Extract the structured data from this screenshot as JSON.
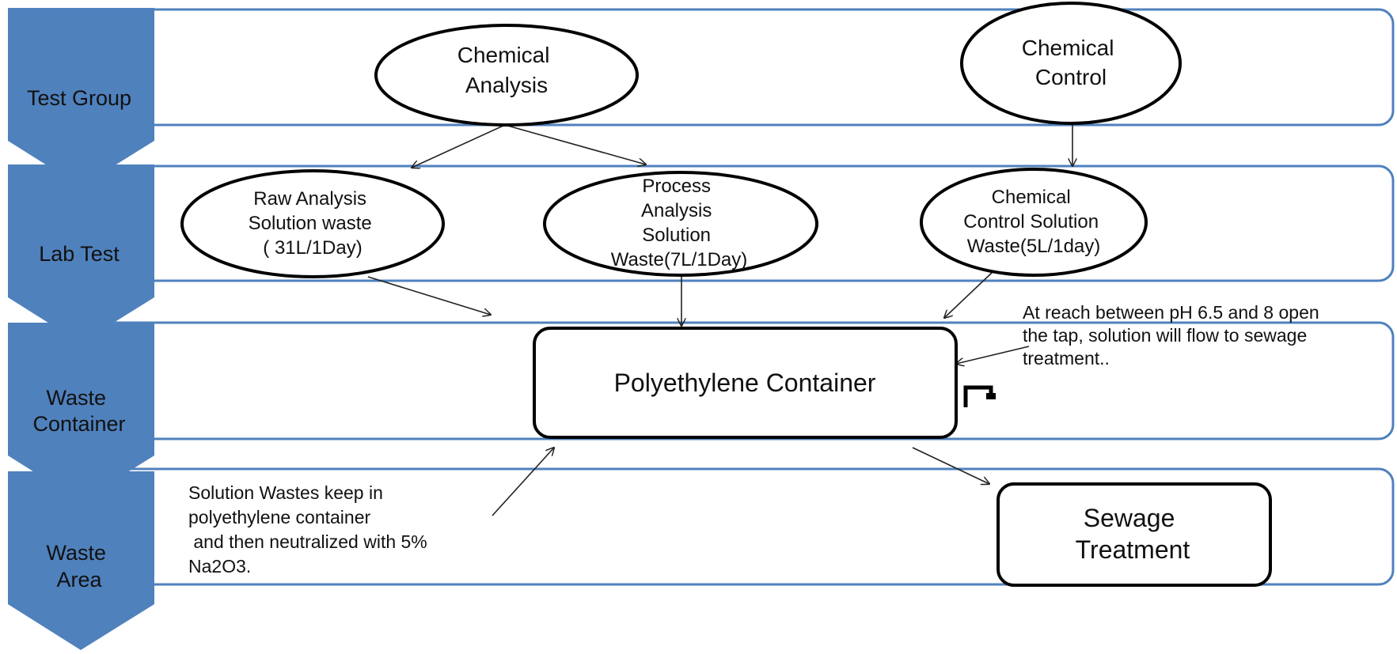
{
  "stages": [
    {
      "label_lines": [
        "Test Group"
      ]
    },
    {
      "label_lines": [
        "Lab Test"
      ]
    },
    {
      "label_lines": [
        "Waste",
        "Container"
      ]
    },
    {
      "label_lines": [
        "Waste",
        "Area"
      ]
    }
  ],
  "nodes": {
    "chemical_analysis": {
      "lines": [
        "Chemical",
        "Analysis"
      ]
    },
    "chemical_control": {
      "lines": [
        "Chemical",
        "Control"
      ]
    },
    "raw_analysis": {
      "lines": [
        "Raw Analysis",
        "Solution waste",
        "( 31L/1Day)"
      ]
    },
    "process_analysis": {
      "lines": [
        "Process",
        "Analysis",
        "Solution",
        "Waste(7L/1Day)"
      ]
    },
    "chemical_control_waste": {
      "lines": [
        "Chemical",
        "Control Solution",
        "Waste(5L/1day)"
      ]
    },
    "polyethylene_container": {
      "lines": [
        "Polyethylene Container"
      ]
    },
    "sewage_treatment": {
      "lines": [
        "Sewage",
        "Treatment"
      ]
    }
  },
  "notes": {
    "tap_note": {
      "lines": [
        "At reach between pH 6.5 and 8 open",
        "the tap, solution will flow to sewage",
        "treatment.."
      ]
    },
    "waste_note": {
      "lines": [
        "Solution Wastes keep in",
        "polyethylene  container",
        " and then neutralized with 5%",
        "Na2O3."
      ]
    }
  },
  "colors": {
    "chevron_fill": "#4f81bd",
    "band_border": "#4f81bd",
    "node_stroke": "#000000"
  }
}
